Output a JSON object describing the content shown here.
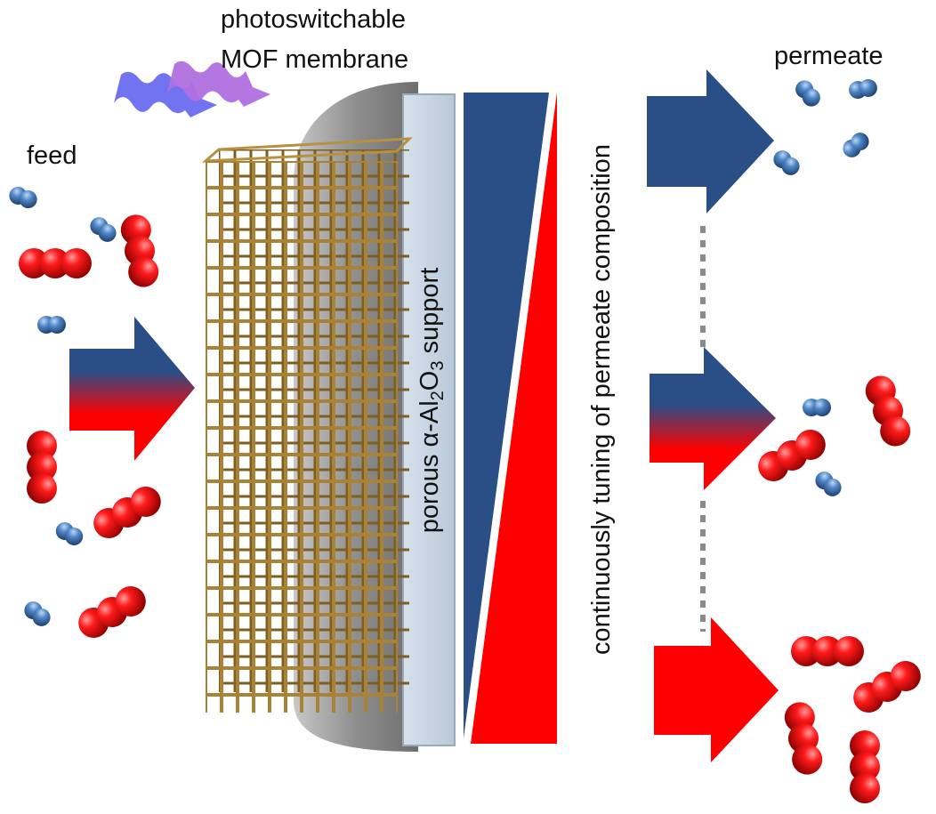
{
  "labels": {
    "membrane_line1": "photoswitchable",
    "membrane_line2": "MOF membrane",
    "feed": "feed",
    "permeate": "permeate",
    "support_prefix": "porous α-Al",
    "support_sub1": "2",
    "support_mid": "O",
    "support_sub2": "3",
    "support_suffix": " support",
    "tuning": "continuously tuning of permeate composition"
  },
  "colors": {
    "blue": "#2a4e86",
    "red": "#ff0000",
    "framework": "#b08a3c",
    "support": "#c5d3e2",
    "disc": "#9a9a9a",
    "light_wave_1": "#6a6cf0",
    "light_wave_2": "#b070e0",
    "molecule_blue": "#4a7ec4",
    "molecule_red": "#e00000"
  },
  "icons": [
    "light-wave-icon",
    "light-wave-icon",
    "mof-framework-icon",
    "molecule-icon",
    "arrow-icon"
  ]
}
